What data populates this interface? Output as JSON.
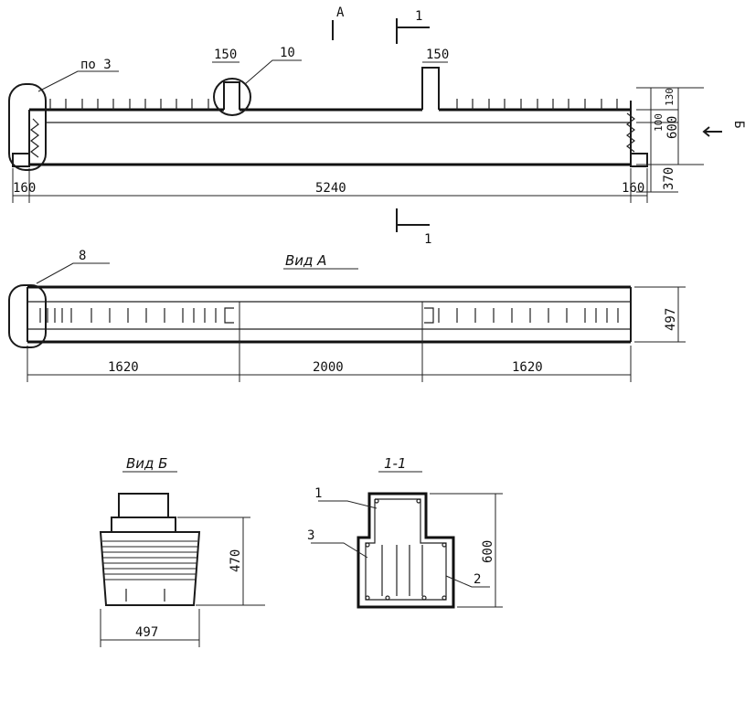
{
  "front_view": {
    "section_arrow_top": "1",
    "section_arrow_bottom": "1",
    "view_arrow_a": "A",
    "view_arrow_b": "Б",
    "callout_po3": "по 3",
    "callout_10": "10",
    "dim_150_left": "150",
    "dim_150_right": "150",
    "dim_160_left": "160",
    "dim_5240": "5240",
    "dim_160_right": "160",
    "dim_130": "130",
    "dim_100": "100",
    "dim_600": "600",
    "dim_370": "370"
  },
  "view_a": {
    "title": "Вид А",
    "callout_8": "8",
    "dim_1620_left": "1620",
    "dim_2000": "2000",
    "dim_1620_right": "1620",
    "dim_497": "497"
  },
  "view_b": {
    "title": "Вид Б",
    "dim_470": "470",
    "dim_497": "497"
  },
  "section_1_1": {
    "title": "1-1",
    "label_1": "1",
    "label_3": "3",
    "label_2": "2",
    "dim_600": "600"
  }
}
